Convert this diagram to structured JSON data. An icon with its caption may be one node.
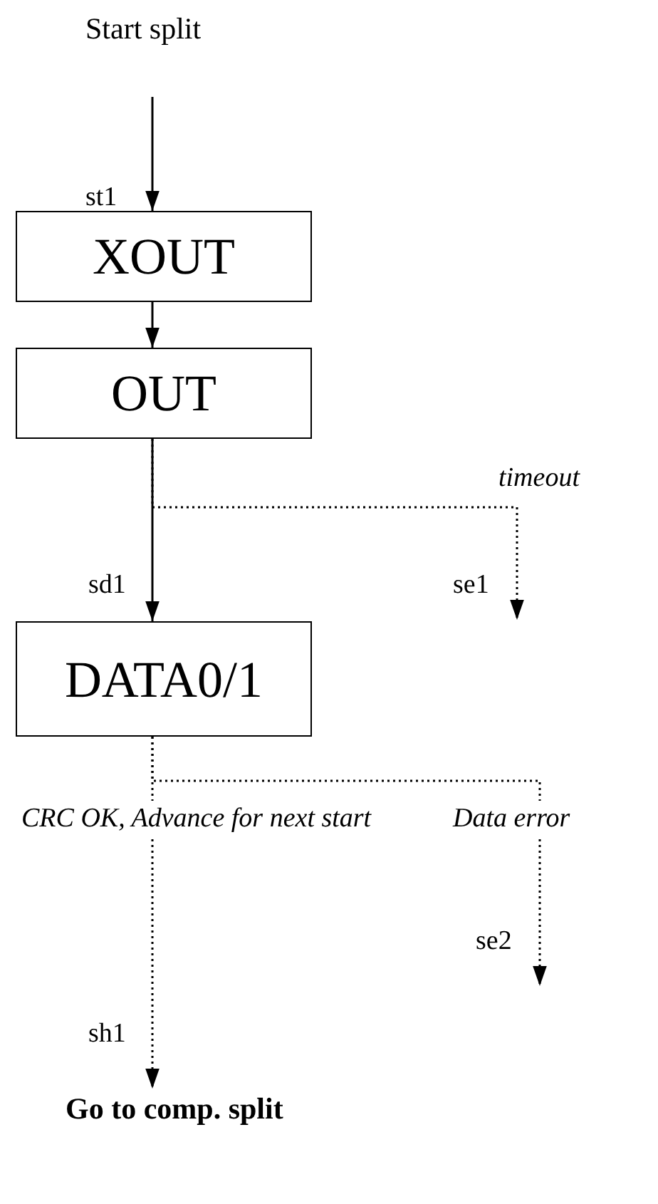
{
  "diagram": {
    "nodes": [
      {
        "text": [
          "Start split"
        ]
      },
      {
        "text": [
          "XOUT"
        ]
      },
      {
        "text": [
          "OUT"
        ]
      },
      {
        "text": [
          "DATA0/1"
        ]
      },
      {
        "text": [
          "Go to comp. split"
        ]
      }
    ],
    "edges": [
      {
        "from": 0,
        "to": 1,
        "arrow": "to"
      },
      {
        "from": 1,
        "to": 2,
        "arrow": "to"
      },
      {
        "from": 2,
        "to": 3,
        "arrow": "to"
      },
      {
        "from": 2,
        "to": null,
        "arrow": "to",
        "label": "timeout",
        "style": "dashed"
      },
      {
        "from": 3,
        "to": 4,
        "arrow": "to",
        "label": "CRC OK, Advance for next start",
        "style": "dashed"
      },
      {
        "from": 3,
        "to": null,
        "arrow": "to",
        "label": "Data error",
        "style": "dashed"
      }
    ],
    "labels": [
      "st1",
      "sd1",
      "se1",
      "se2",
      "sh1"
    ]
  }
}
